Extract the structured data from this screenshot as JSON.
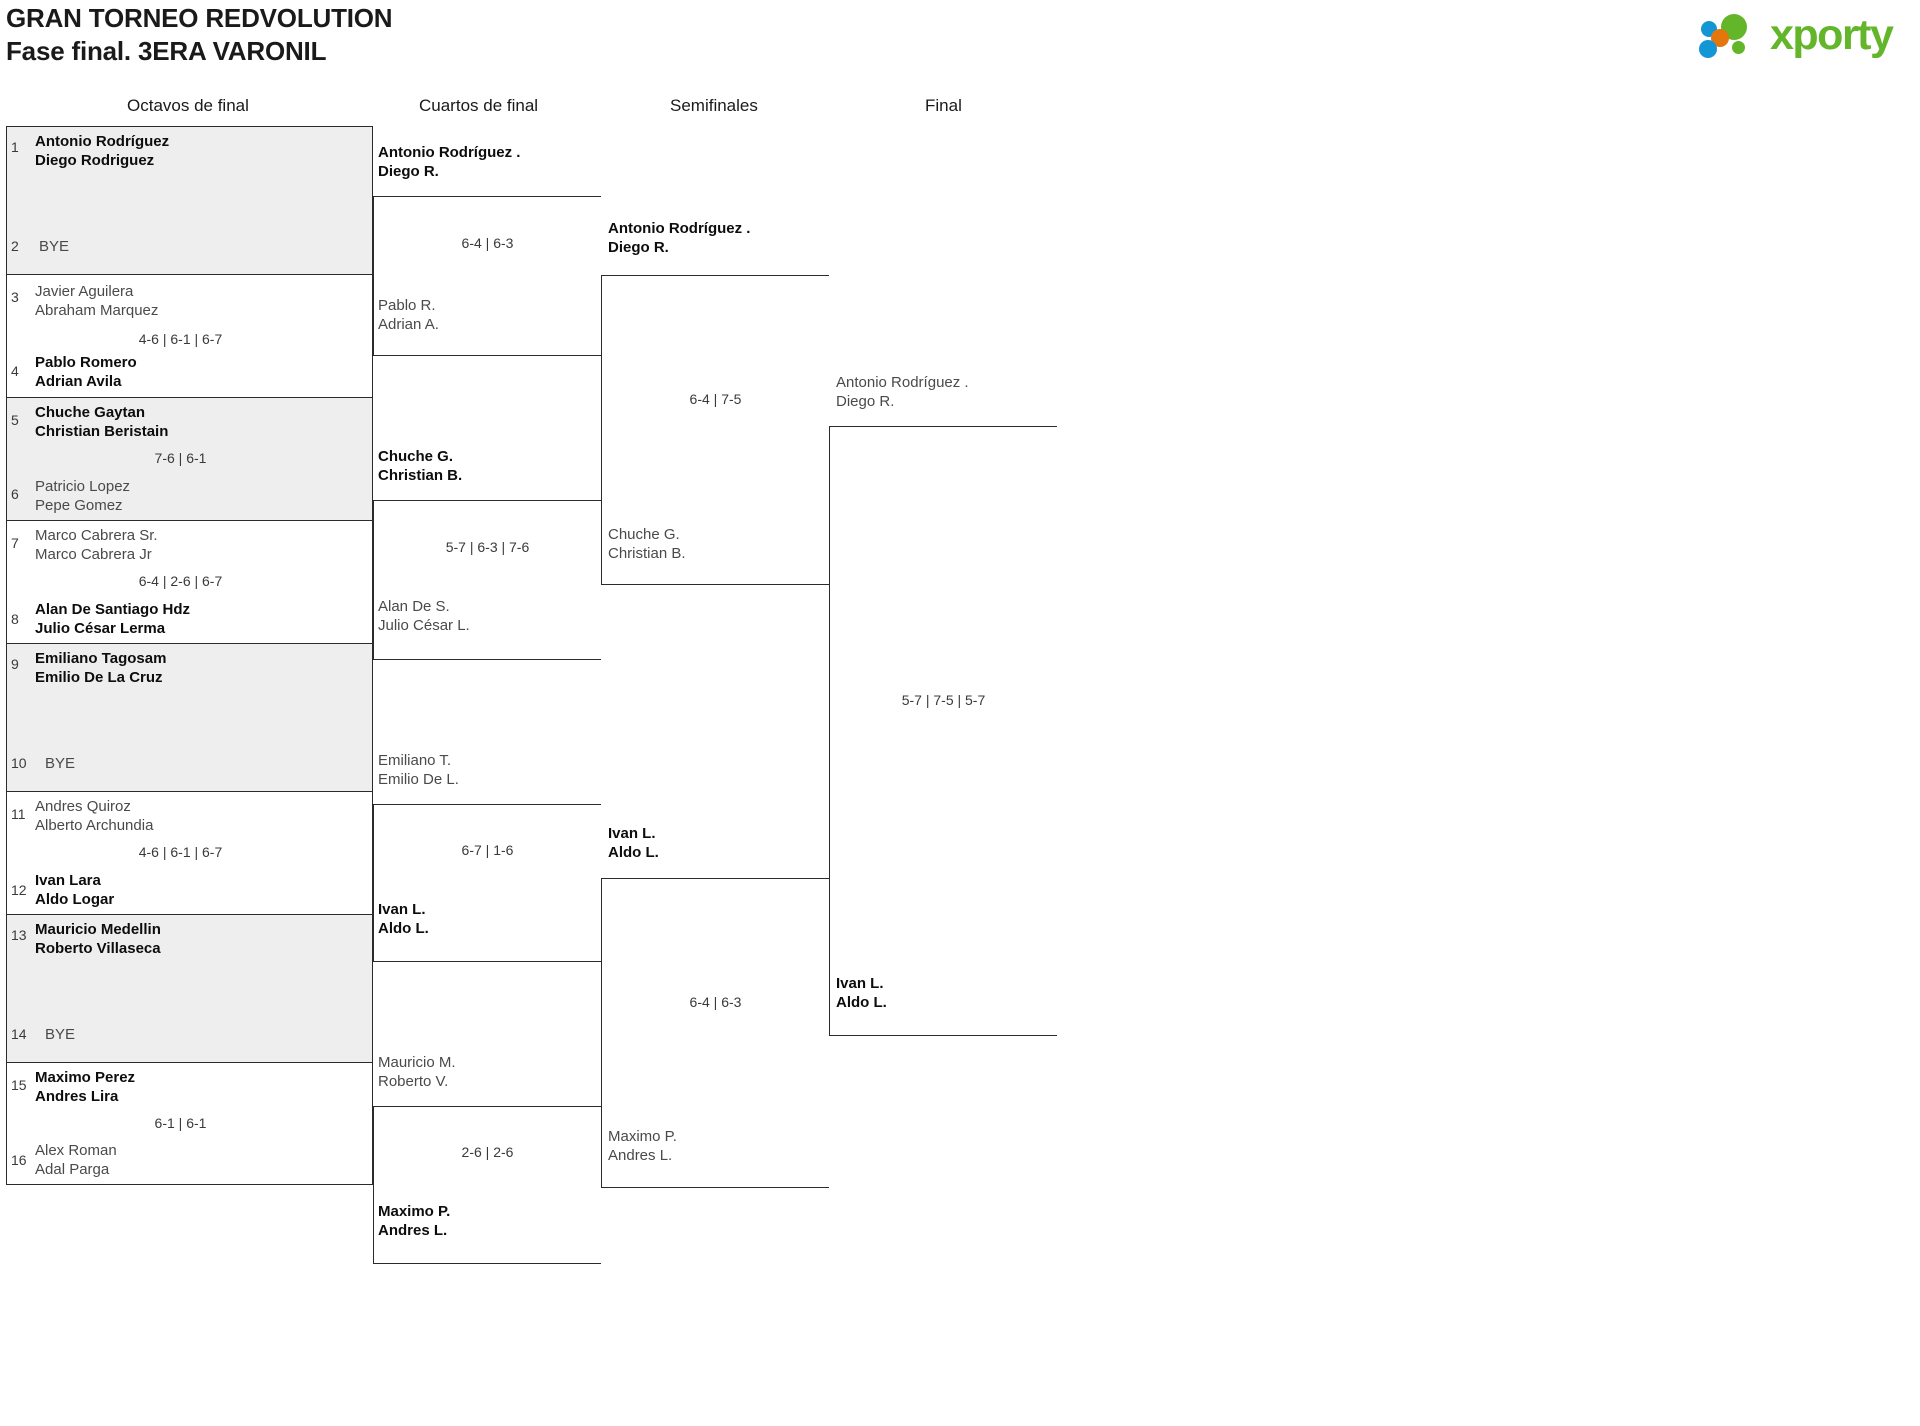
{
  "header": {
    "title": "GRAN TORNEO REDVOLUTION",
    "subtitle": "Fase final. 3ERA VARONIL"
  },
  "logo": {
    "wordmark": "xporty",
    "colors": {
      "green": "#63b52a",
      "blue": "#1496d4",
      "orange": "#e3760c"
    }
  },
  "rounds": [
    {
      "label": "Octavos de final"
    },
    {
      "label": "Cuartos de final"
    },
    {
      "label": "Semifinales"
    },
    {
      "label": "Final"
    }
  ],
  "round1": {
    "matches": [
      {
        "shaded": true,
        "score": "",
        "top": {
          "seed": "1",
          "line1": "Antonio Rodríguez",
          "line2": "Diego Rodriguez",
          "winner": true,
          "bye": false
        },
        "bottom": {
          "seed": "2",
          "line1": "BYE",
          "line2": "",
          "winner": false,
          "bye": true
        }
      },
      {
        "shaded": false,
        "score": "4-6 | 6-1 | 6-7",
        "top": {
          "seed": "3",
          "line1": "Javier Aguilera",
          "line2": "Abraham Marquez",
          "winner": false,
          "bye": false
        },
        "bottom": {
          "seed": "4",
          "line1": "Pablo Romero",
          "line2": "Adrian Avila",
          "winner": true,
          "bye": false
        }
      },
      {
        "shaded": true,
        "score": "7-6 | 6-1",
        "top": {
          "seed": "5",
          "line1": "Chuche Gaytan",
          "line2": "Christian Beristain",
          "winner": true,
          "bye": false
        },
        "bottom": {
          "seed": "6",
          "line1": "Patricio Lopez",
          "line2": "Pepe Gomez",
          "winner": false,
          "bye": false
        }
      },
      {
        "shaded": false,
        "score": "6-4 | 2-6 | 6-7",
        "top": {
          "seed": "7",
          "line1": "Marco Cabrera Sr.",
          "line2": "Marco Cabrera Jr",
          "winner": false,
          "bye": false
        },
        "bottom": {
          "seed": "8",
          "line1": "Alan De Santiago Hdz",
          "line2": "Julio César Lerma",
          "winner": true,
          "bye": false
        }
      },
      {
        "shaded": true,
        "score": "",
        "top": {
          "seed": "9",
          "line1": "Emiliano Tagosam",
          "line2": "Emilio De La Cruz",
          "winner": true,
          "bye": false
        },
        "bottom": {
          "seed": "10",
          "line1": "BYE",
          "line2": "",
          "winner": false,
          "bye": true
        }
      },
      {
        "shaded": false,
        "score": "4-6 | 6-1 | 6-7",
        "top": {
          "seed": "11",
          "line1": "Andres Quiroz",
          "line2": "Alberto Archundia",
          "winner": false,
          "bye": false
        },
        "bottom": {
          "seed": "12",
          "line1": "Ivan Lara",
          "line2": "Aldo Logar",
          "winner": true,
          "bye": false
        }
      },
      {
        "shaded": true,
        "score": "",
        "top": {
          "seed": "13",
          "line1": "Mauricio Medellin",
          "line2": "Roberto Villaseca",
          "winner": true,
          "bye": false
        },
        "bottom": {
          "seed": "14",
          "line1": "BYE",
          "line2": "",
          "winner": false,
          "bye": true
        }
      },
      {
        "shaded": false,
        "score": "6-1 | 6-1",
        "top": {
          "seed": "15",
          "line1": "Maximo Perez",
          "line2": "Andres Lira",
          "winner": true,
          "bye": false
        },
        "bottom": {
          "seed": "16",
          "line1": "Alex Roman",
          "line2": "Adal Parga",
          "winner": false,
          "bye": false
        }
      }
    ]
  },
  "round2": {
    "matches": [
      {
        "score": "6-4 | 6-3",
        "top": {
          "line1": "Antonio Rodríguez .",
          "line2": "Diego R.",
          "winner": true
        },
        "bottom": {
          "line1": "Pablo R.",
          "line2": "Adrian A.",
          "winner": false
        }
      },
      {
        "score": "5-7 | 6-3 | 7-6",
        "top": {
          "line1": "Chuche G.",
          "line2": "Christian B.",
          "winner": true
        },
        "bottom": {
          "line1": "Alan De S.",
          "line2": "Julio César L.",
          "winner": false
        }
      },
      {
        "score": "6-7 | 1-6",
        "top": {
          "line1": "Emiliano T.",
          "line2": "Emilio De L.",
          "winner": false
        },
        "bottom": {
          "line1": "Ivan L.",
          "line2": "Aldo L.",
          "winner": true
        }
      },
      {
        "score": "2-6 | 2-6",
        "top": {
          "line1": "Mauricio M.",
          "line2": "Roberto V.",
          "winner": false
        },
        "bottom": {
          "line1": "Maximo P.",
          "line2": "Andres L.",
          "winner": true
        }
      }
    ]
  },
  "round3": {
    "matches": [
      {
        "score": "6-4 | 7-5",
        "top": {
          "line1": "Antonio Rodríguez .",
          "line2": "Diego R.",
          "winner": true
        },
        "bottom": {
          "line1": "Chuche G.",
          "line2": "Christian B.",
          "winner": false
        }
      },
      {
        "score": "6-4 | 6-3",
        "top": {
          "line1": "Ivan L.",
          "line2": "Aldo L.",
          "winner": true
        },
        "bottom": {
          "line1": "Maximo P.",
          "line2": "Andres L.",
          "winner": false
        }
      }
    ]
  },
  "round4": {
    "matches": [
      {
        "score": "5-7 | 7-5 | 5-7",
        "top": {
          "line1": "Antonio Rodríguez .",
          "line2": "Diego R.",
          "winner": false
        },
        "bottom": {
          "line1": "Ivan L.",
          "line2": "Aldo L.",
          "winner": true
        }
      }
    ]
  }
}
